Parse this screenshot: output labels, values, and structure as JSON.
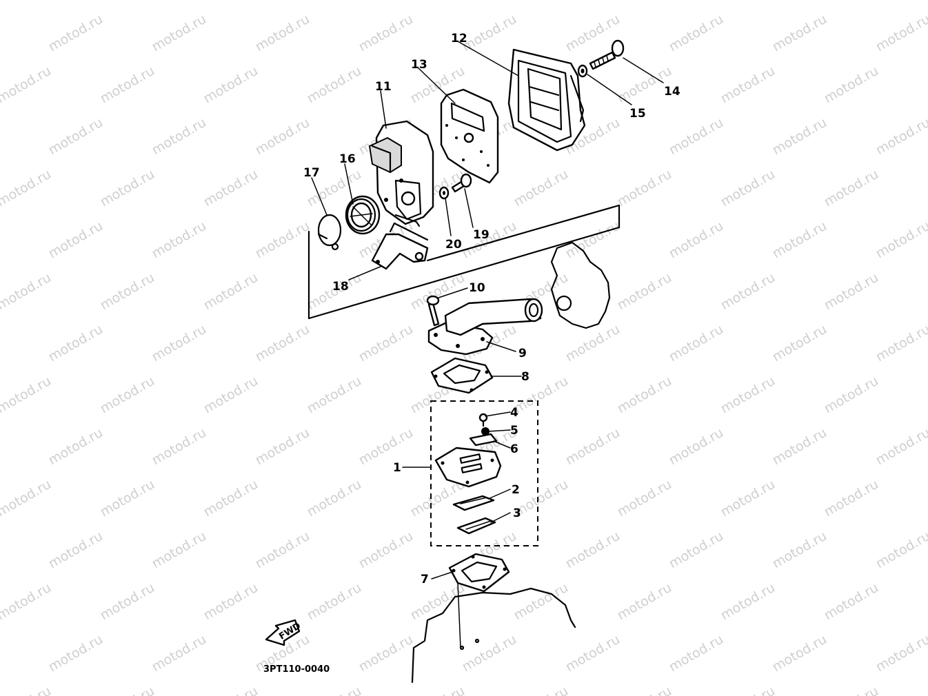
{
  "watermark": "motod.ru",
  "diagram_code": "3PT110-0040",
  "fwd_label": "FWD",
  "callouts": {
    "c1": "1",
    "c2": "2",
    "c3": "3",
    "c4": "4",
    "c5": "5",
    "c6": "6",
    "c7": "7",
    "c8": "8",
    "c9": "9",
    "c10": "10",
    "c11": "11",
    "c12": "12",
    "c13": "13",
    "c14": "14",
    "c15": "15",
    "c16": "16",
    "c17": "17",
    "c18": "18",
    "c19": "19",
    "c20": "20"
  }
}
